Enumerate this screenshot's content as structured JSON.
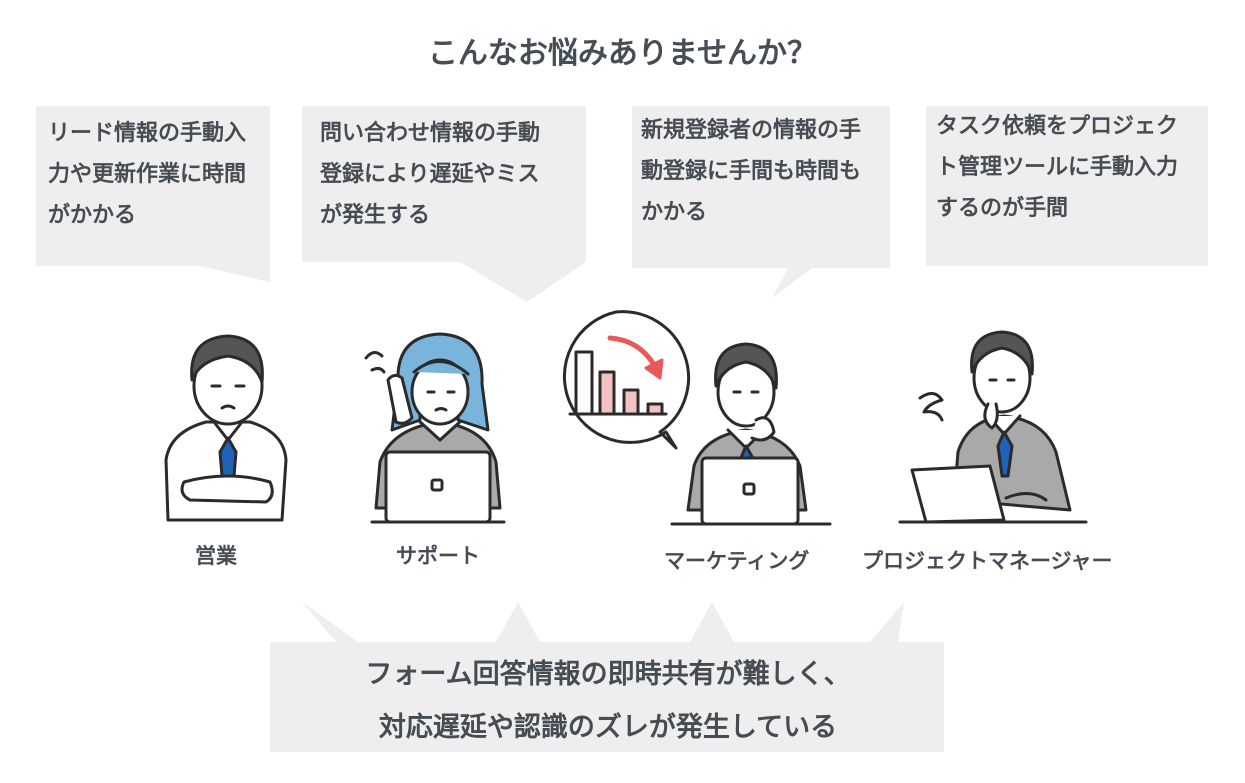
{
  "title": "こんなお悩みありませんか？",
  "personas": [
    {
      "role": "営業",
      "concern": [
        "リード情報の手動入",
        "力や更新作業に時間",
        "がかかる"
      ]
    },
    {
      "role": "サポート",
      "concern": [
        "問い合わせ情報の手動",
        "登録により遅延やミス",
        "が発生する"
      ]
    },
    {
      "role": "マーケティング",
      "concern": [
        "新規登録者の情報の手",
        "動登録に手間も時間も",
        "かかる"
      ]
    },
    {
      "role": "プロジェクトマネージャー",
      "concern": [
        "タスク依頼をプロジェク",
        "ト管理ツールに手動入力",
        "するのが手間"
      ]
    }
  ],
  "summary": [
    "フォーム回答情報の即時共有が難しく、",
    "対応遅延や認識のズレが発生している"
  ],
  "colors": {
    "bubble": "#eeeeee",
    "text": "#454c53",
    "hair_blue": "#79b4dc",
    "tie": "#1f62b8",
    "chart_bar": "#f4c1c1",
    "chart_arrow": "#e8595a"
  }
}
